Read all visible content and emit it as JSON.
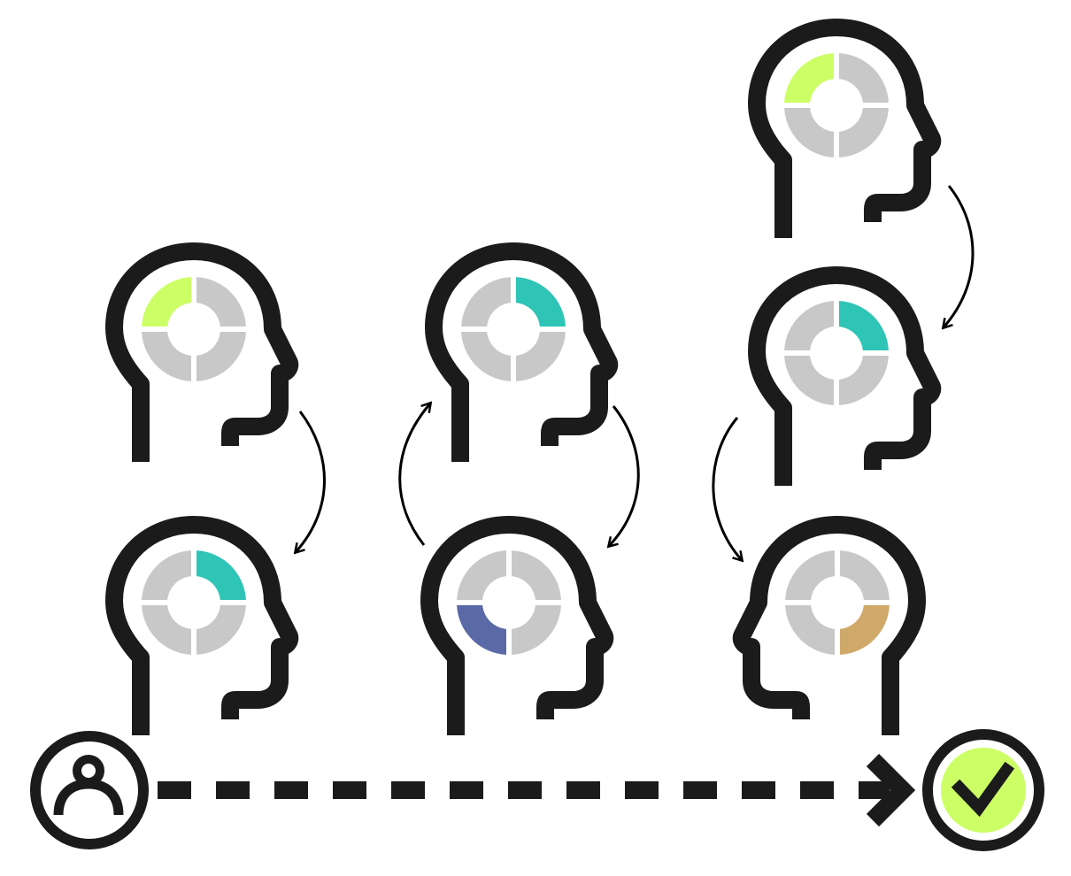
{
  "colors": {
    "outline": "#1b1b1b",
    "segment_inactive": "#c8c8c8",
    "lime": "#ccff66",
    "teal": "#2ec4b6",
    "blue": "#5a6aa6",
    "tan": "#cfa96a",
    "check_fill": "#ccff66",
    "arrow": "#000000"
  },
  "diagram": {
    "start_icon": "person-icon",
    "end_icon": "checkmark-icon",
    "connector": "dashed-arrow",
    "heads": [
      {
        "id": "head-top-right",
        "facing": "right",
        "active_quadrant": "top-left",
        "color": "lime"
      },
      {
        "id": "head-mid-right",
        "facing": "right",
        "active_quadrant": "top-right",
        "color": "teal"
      },
      {
        "id": "head-upper-left",
        "facing": "right",
        "active_quadrant": "top-left",
        "color": "lime"
      },
      {
        "id": "head-lower-left",
        "facing": "right",
        "active_quadrant": "top-right",
        "color": "teal"
      },
      {
        "id": "head-upper-center",
        "facing": "right",
        "active_quadrant": "top-right",
        "color": "teal"
      },
      {
        "id": "head-lower-center",
        "facing": "right",
        "active_quadrant": "bottom-left",
        "color": "blue"
      },
      {
        "id": "head-lower-right",
        "facing": "left",
        "active_quadrant": "bottom-right",
        "color": "tan"
      }
    ]
  }
}
